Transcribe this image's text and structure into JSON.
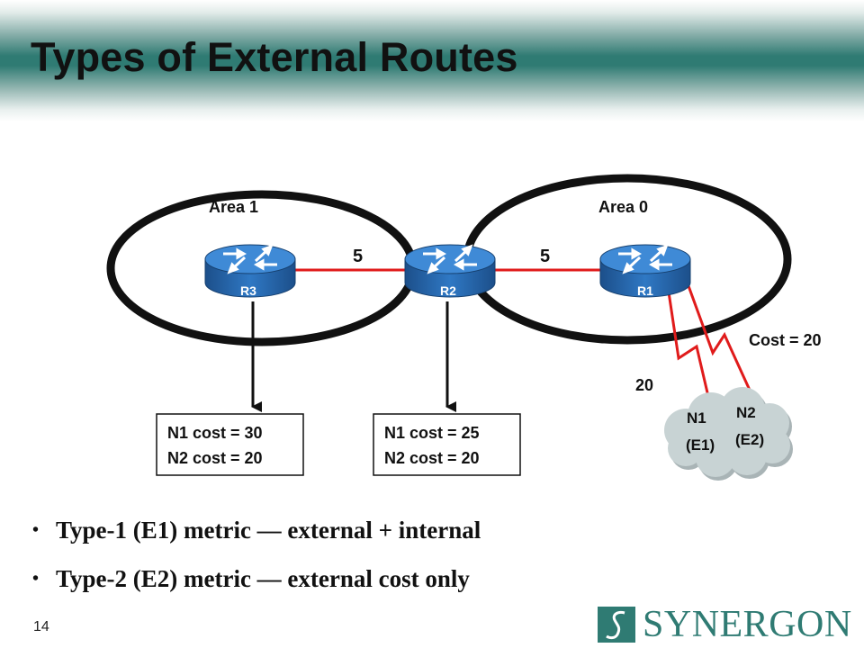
{
  "slide": {
    "title": "Types of External Routes",
    "page_number": "14"
  },
  "diagram": {
    "areas": [
      {
        "label": "Area 1"
      },
      {
        "label": "Area 0"
      }
    ],
    "routers": [
      {
        "label": "R3"
      },
      {
        "label": "R2"
      },
      {
        "label": "R1"
      }
    ],
    "links": [
      {
        "cost": "5"
      },
      {
        "cost": "5"
      }
    ],
    "external": {
      "n1_link_cost": "20",
      "n2_cost_label": "Cost = 20",
      "n1_line1": "N1",
      "n1_line2": "(E1)",
      "n2_line1": "N2",
      "n2_line2": "(E2)"
    },
    "cost_boxes": [
      {
        "line1": "N1 cost = 30",
        "line2": "N2 cost = 20"
      },
      {
        "line1": "N1 cost = 25",
        "line2": "N2 cost = 20"
      }
    ],
    "colors": {
      "router": "#2a6fb8",
      "link": "#e01b1b",
      "cloud": "#c8d3d4",
      "area": "#111111"
    }
  },
  "bullets": [
    "Type-1 (E1) metric — external + internal",
    "Type-2 (E2) metric — external cost only"
  ],
  "logo": {
    "text": "SYNERGON",
    "brand_color": "#2f7b73"
  }
}
